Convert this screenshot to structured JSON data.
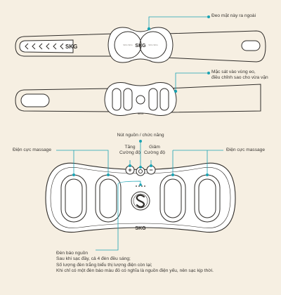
{
  "colors": {
    "background": "#f6efe2",
    "outline": "#2f2c29",
    "device_fill": "#ffffff",
    "accent": "#1aa3b3",
    "text": "#3a3733"
  },
  "diagram1": {
    "logo": "SKG",
    "pad_left_text": "SKG SKG",
    "pad_right_text": "SKG SKG",
    "callout": "Đeo mặt này ra ngoài"
  },
  "diagram2": {
    "logo": "SKG",
    "callout_lines": [
      "Mặc sát vào vùng eo,",
      "điều chỉnh sao cho vừa vặn"
    ]
  },
  "diagram3": {
    "logo": "SKG",
    "label_power": "Nút nguồn / chức năng",
    "label_increase_lines": [
      "Tăng",
      "Cường độ"
    ],
    "label_decrease_lines": [
      "Giảm",
      "Cường độ"
    ],
    "label_electrode_left": "Điện cực massage",
    "label_electrode_right": "Điện cực massage",
    "plus_symbol": "+",
    "minus_symbol": "−",
    "indicator_notes": [
      "Đèn báo nguồn",
      "Sau khi sạc đầy, cả 4 đèn đều sáng;",
      "Số lượng đèn trắng biểu thị lượng điện còn lại;",
      "Khi chỉ có một đèn báo màu đỏ có nghĩa là nguồn điện yếu, nên sạc kịp thời."
    ]
  }
}
